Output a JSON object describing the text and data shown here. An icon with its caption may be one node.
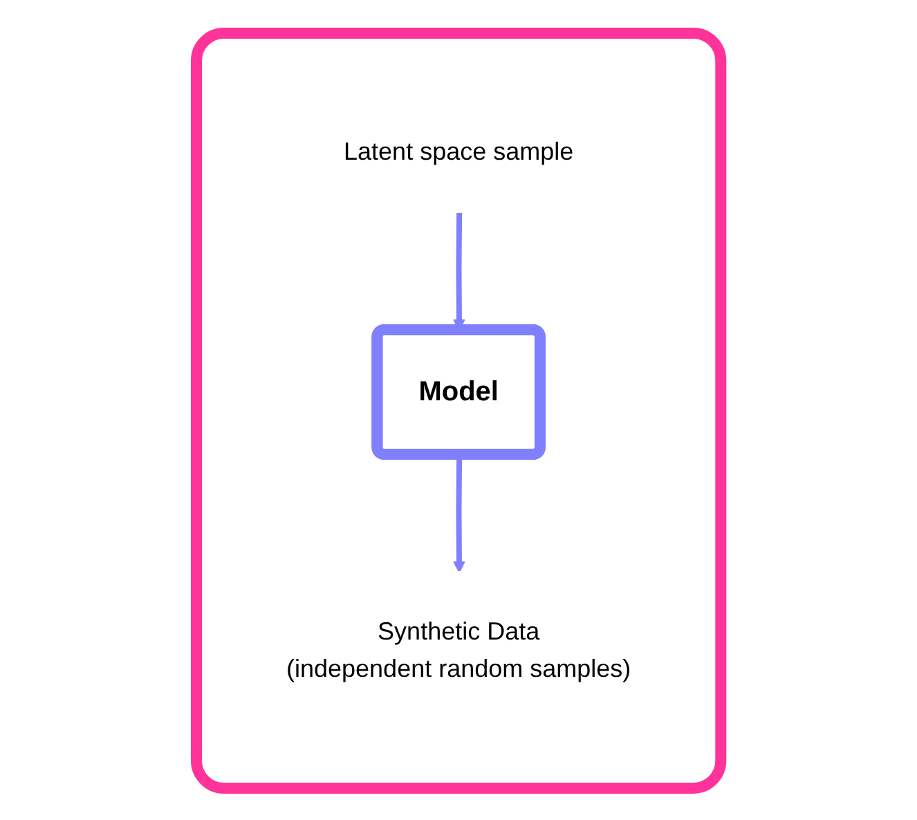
{
  "diagram": {
    "nodes": [
      {
        "text": [],
        "shape": "box"
      },
      {
        "text": [
          "Latent space sample"
        ],
        "in": 0
      },
      {
        "text": [
          "Model"
        ],
        "in": 0
      },
      {
        "text": [
          "Synthetic Data",
          "(independent random samples)"
        ],
        "in": 0
      }
    ],
    "edges": [
      {
        "from": 1,
        "to": 2,
        "arrow": "to"
      },
      {
        "from": 2,
        "to": 3,
        "arrow": "to"
      }
    ]
  }
}
